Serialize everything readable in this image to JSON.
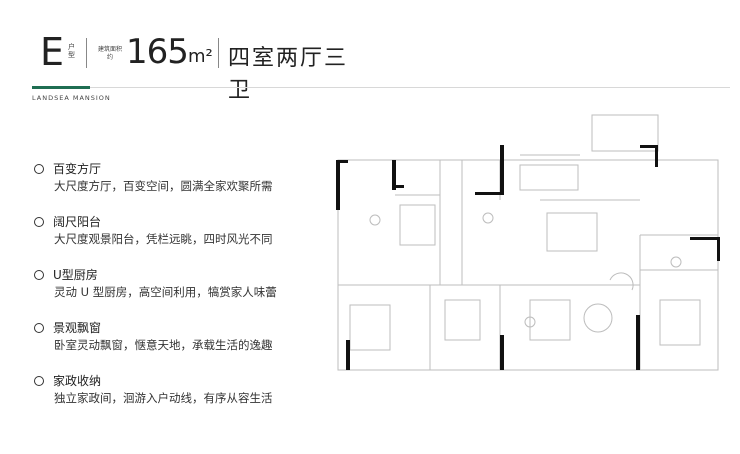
{
  "header": {
    "type_letter": "E",
    "type_sub": "户型",
    "area_sub": "建筑面积约",
    "area_value": "165",
    "area_unit": "m²",
    "layout": "四室两厅三卫"
  },
  "brand": "LANDSEA MANSION",
  "accent_color": "#1f6e52",
  "features": [
    {
      "title": "百变方厅",
      "desc": "大尺度方厅，百变空间，圆满全家欢聚所需"
    },
    {
      "title": "阔尺阳台",
      "desc": "大尺度观景阳台，凭栏远眺，四时风光不同"
    },
    {
      "title": "U型厨房",
      "desc": "灵动 U 型厨房，高空间利用，犒赏家人味蕾"
    },
    {
      "title": "景观飘窗",
      "desc": "卧室灵动飘窗，惬意天地，承载生活的逸趣"
    },
    {
      "title": "家政收纳",
      "desc": "独立家政间，洄游入户动线，有序从容生活"
    }
  ]
}
